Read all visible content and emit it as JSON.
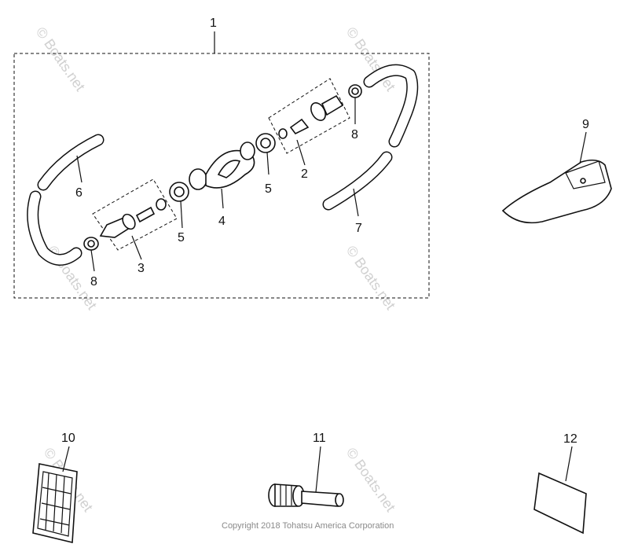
{
  "callouts": {
    "c1": "1",
    "c2": "2",
    "c3": "3",
    "c4": "4",
    "c5a": "5",
    "c5b": "5",
    "c6": "6",
    "c7": "7",
    "c8a": "8",
    "c8b": "8",
    "c9": "9",
    "c10": "10",
    "c11": "11",
    "c12": "12"
  },
  "copyright": "Copyright 2018 Tohatsu America Corporation",
  "watermark": "© Boats.net",
  "colors": {
    "ink": "#111111",
    "watermark": "#c8c8c8",
    "copyright": "#8a8a8a"
  }
}
